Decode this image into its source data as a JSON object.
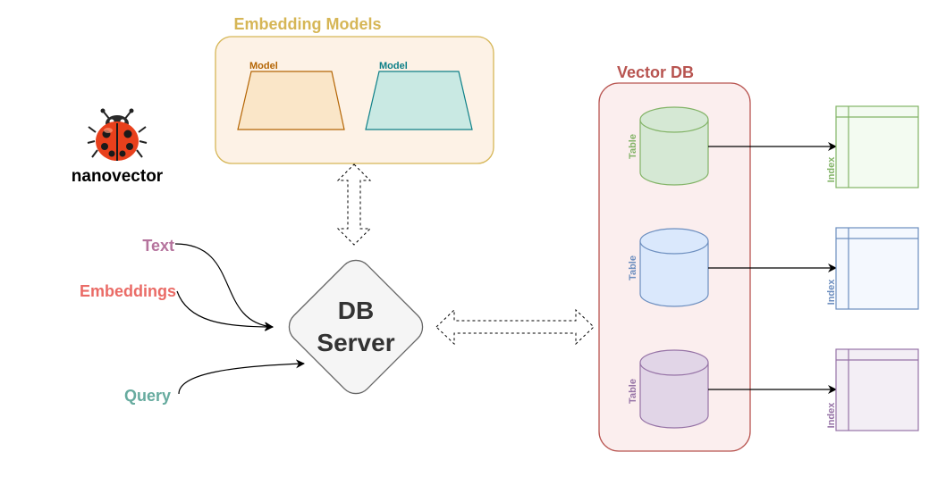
{
  "logo": {
    "name": "nanovector",
    "icon": "ladybug-icon"
  },
  "embedding_models": {
    "title": "Embedding Models",
    "models": [
      {
        "label": "Model",
        "color": "#b46504",
        "fill": "#fae6c8"
      },
      {
        "label": "Model",
        "color": "#0e8088",
        "fill": "#c9e9e3"
      }
    ],
    "title_color": "#d6b656",
    "container_fill": "#fdf2e6"
  },
  "inputs": [
    {
      "label": "Text",
      "color": "#b5739d"
    },
    {
      "label": "Embeddings",
      "color": "#ea6b66"
    },
    {
      "label": "Query",
      "color": "#67ab9f"
    }
  ],
  "server": {
    "line1": "DB",
    "line2": "Server",
    "fill": "#f5f5f5",
    "stroke": "#666666"
  },
  "vector_db": {
    "title": "Vector DB",
    "title_color": "#b85450",
    "tables": [
      {
        "table_label": "Table",
        "index_label": "Index",
        "stroke": "#82b366",
        "fill": "#d5e8d4",
        "index_fill": "#f3fbf1"
      },
      {
        "table_label": "Table",
        "index_label": "Index",
        "stroke": "#6c8ebf",
        "fill": "#dae8fc",
        "index_fill": "#f4f8fe"
      },
      {
        "table_label": "Table",
        "index_label": "Index",
        "stroke": "#9673a6",
        "fill": "#e1d5e7",
        "index_fill": "#f3eef5"
      }
    ]
  }
}
